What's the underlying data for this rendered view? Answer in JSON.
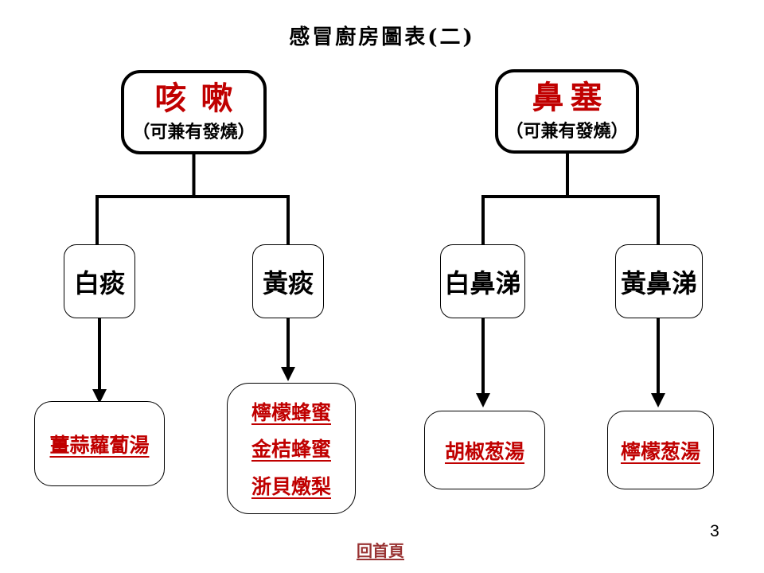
{
  "title": "感冒廚房圖表(二)",
  "colors": {
    "red": "#C00000",
    "link": "#993333",
    "line": "#000000"
  },
  "left_tree": {
    "root": {
      "label": "咳嗽",
      "note": "（可兼有發燒）"
    },
    "children": [
      {
        "label": "白痰"
      },
      {
        "label": "黃痰"
      }
    ],
    "leaves": [
      {
        "items": [
          "薑蒜蘿蔔湯"
        ]
      },
      {
        "items": [
          "檸檬蜂蜜",
          "金桔蜂蜜",
          "浙貝燉梨"
        ]
      }
    ]
  },
  "right_tree": {
    "root": {
      "label": "鼻塞",
      "note": "（可兼有發燒）"
    },
    "children": [
      {
        "label": "白鼻涕"
      },
      {
        "label": "黃鼻涕"
      }
    ],
    "leaves": [
      {
        "items": [
          "胡椒葱湯"
        ]
      },
      {
        "items": [
          "檸檬葱湯"
        ]
      }
    ]
  },
  "footer": {
    "home_link": "回首頁",
    "page_number": "3"
  }
}
